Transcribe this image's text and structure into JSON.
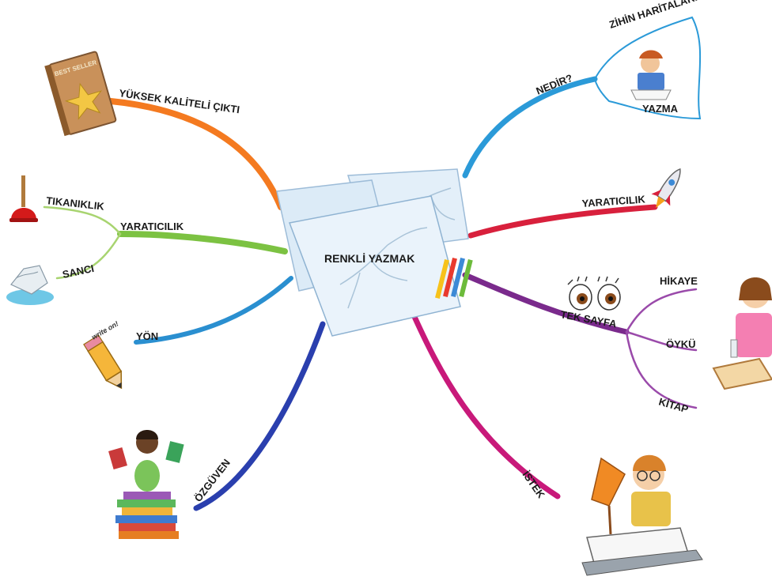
{
  "center": {
    "label": "RENKLİ YAZMAK"
  },
  "branches": {
    "yuksek_kaliteli_cikti": "YÜKSEK KALİTELİ ÇIKTI",
    "yaraticilik_left": "YARATICILIK",
    "tikaniklik": "TIKANIKLIK",
    "sanci": "SANCI",
    "yon": "YÖN",
    "ozguven": "ÖZGÜVEN",
    "nedir": "NEDİR?",
    "zihin_haritalari": "ZİHİN HARİTALARI",
    "yazma": "YAZMA",
    "yaraticilik_right": "YARATICILIK",
    "tek_sayfa": "TEK SAYFA",
    "hikaye": "HİKAYE",
    "oyku": "ÖYKÜ",
    "kitap": "KİTAP",
    "istek": "İSTEK"
  },
  "illustrations": {
    "book_cover_text": "BEST SELLER",
    "pencil_note_text": "write on!"
  },
  "colors": {
    "orange": "#f47a20",
    "green": "#7cc242",
    "light_green": "#a8d470",
    "blue": "#2aa0d8",
    "navy": "#2a3fae",
    "teal_blue": "#2b8fd2",
    "crimson": "#d8203c",
    "purple": "#7a2a8c",
    "magenta": "#c8197a"
  }
}
